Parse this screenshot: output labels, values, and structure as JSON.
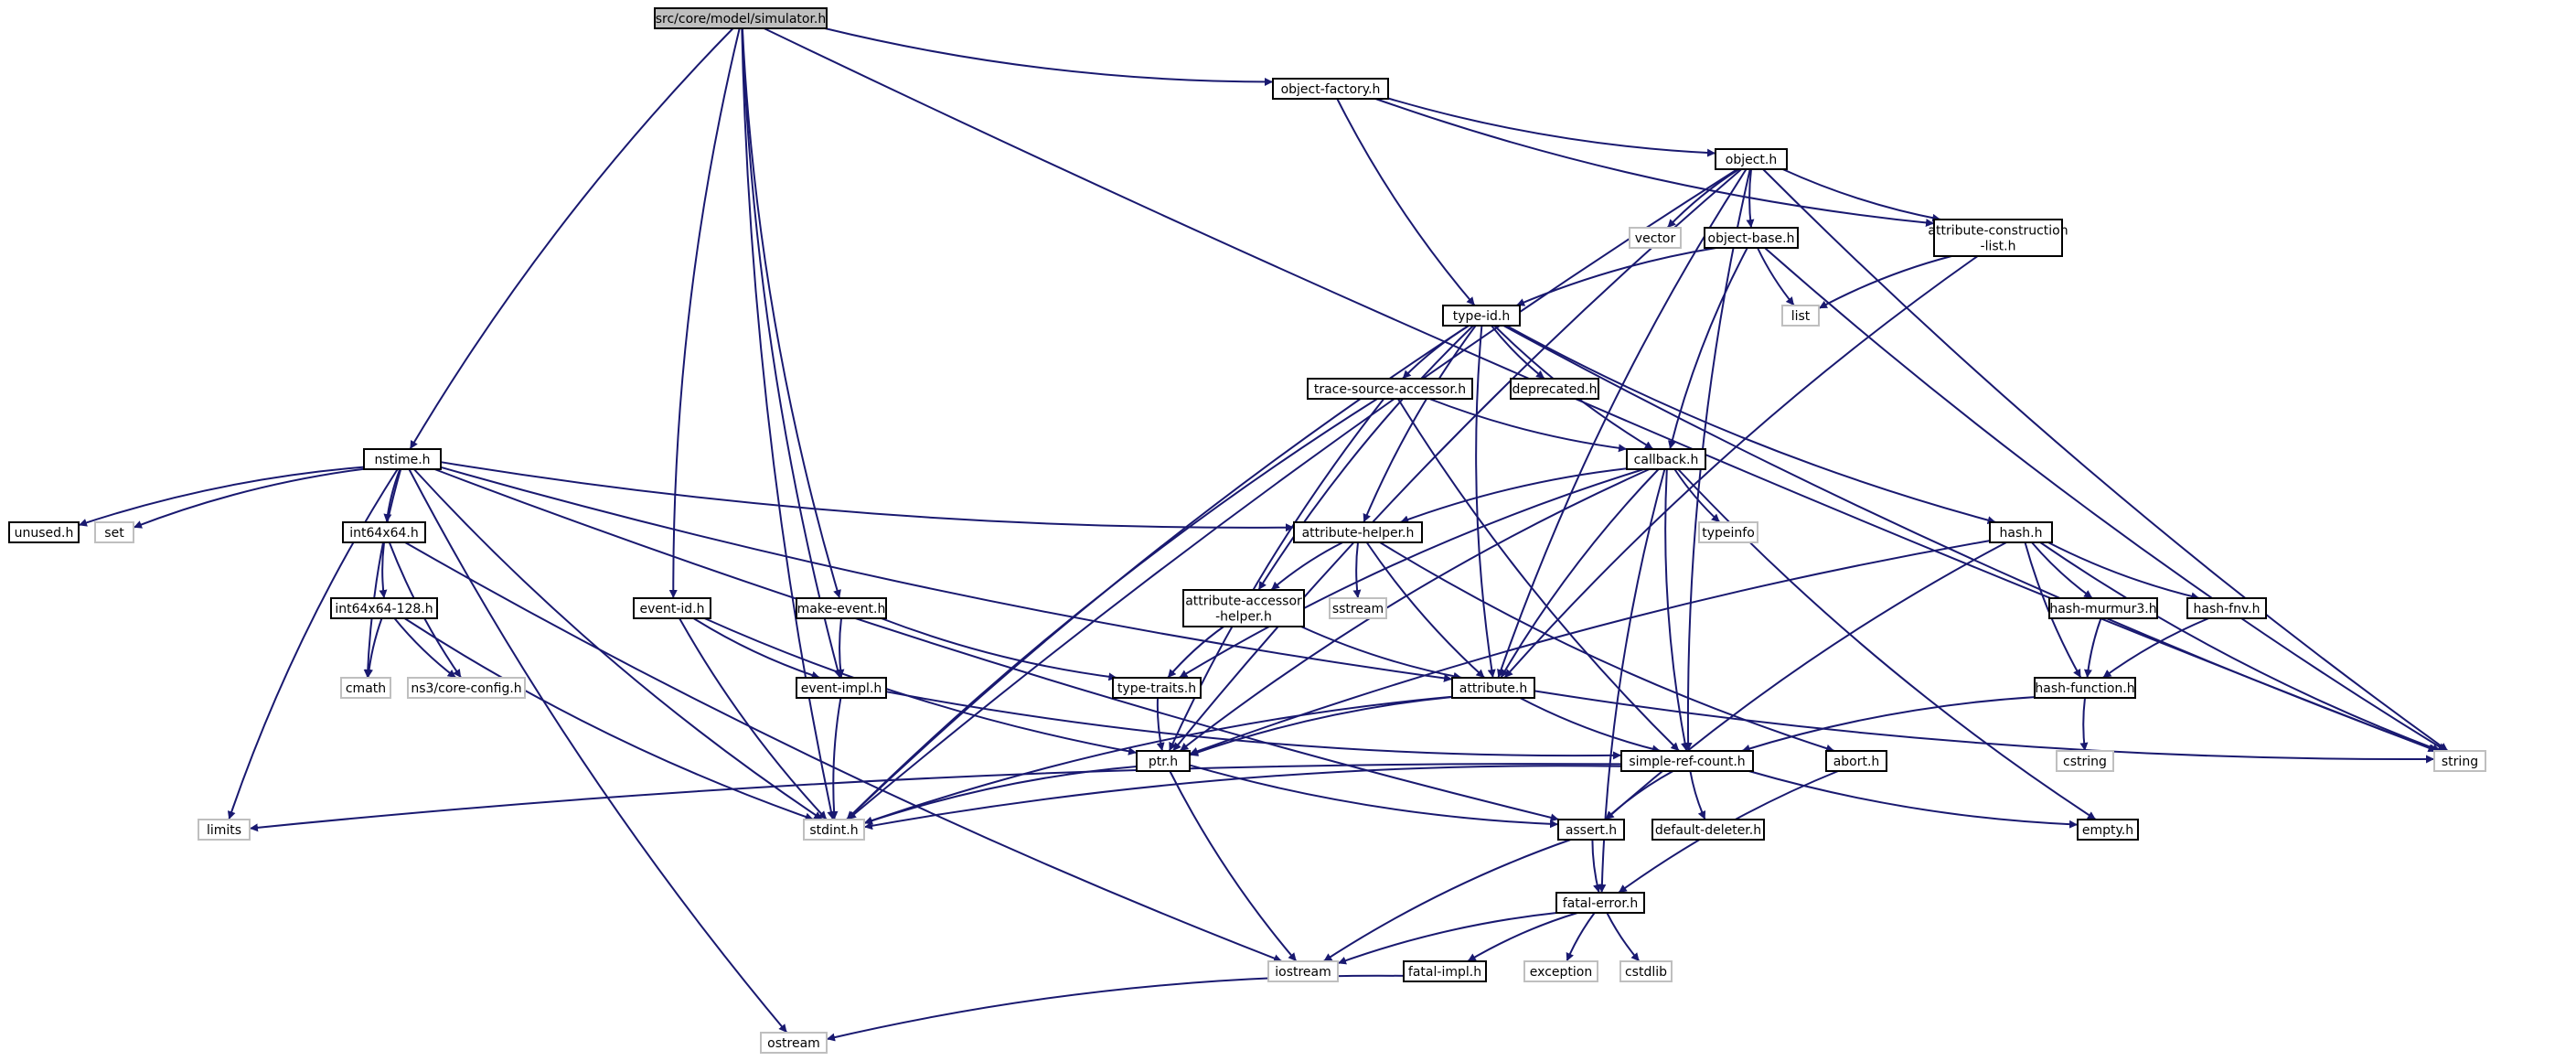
{
  "colors": {
    "edge": "#191970",
    "arrowhead": "#191970",
    "node_border": "#000000",
    "system_node_border": "#bfbfbf",
    "root_fill": "#bfbfbf",
    "node_fill": "#ffffff",
    "text": "#000000"
  },
  "nodes": [
    {
      "id": "simulator",
      "label": "src/core/model/simulator.h",
      "kind": "root"
    },
    {
      "id": "object-factory",
      "label": "object-factory.h",
      "kind": "local"
    },
    {
      "id": "object",
      "label": "object.h",
      "kind": "local"
    },
    {
      "id": "vector",
      "label": "vector",
      "kind": "system"
    },
    {
      "id": "object-base",
      "label": "object-base.h",
      "kind": "local"
    },
    {
      "id": "attribute-construction-list",
      "label": "attribute-construction\n-list.h",
      "kind": "local"
    },
    {
      "id": "list",
      "label": "list",
      "kind": "system"
    },
    {
      "id": "type-id",
      "label": "type-id.h",
      "kind": "local"
    },
    {
      "id": "trace-source-accessor",
      "label": "trace-source-accessor.h",
      "kind": "local"
    },
    {
      "id": "deprecated",
      "label": "deprecated.h",
      "kind": "local"
    },
    {
      "id": "callback",
      "label": "callback.h",
      "kind": "local"
    },
    {
      "id": "nstime",
      "label": "nstime.h",
      "kind": "local"
    },
    {
      "id": "unused",
      "label": "unused.h",
      "kind": "local"
    },
    {
      "id": "set",
      "label": "set",
      "kind": "system"
    },
    {
      "id": "int64x64",
      "label": "int64x64.h",
      "kind": "local"
    },
    {
      "id": "int64x64-128",
      "label": "int64x64-128.h",
      "kind": "local"
    },
    {
      "id": "cmath",
      "label": "cmath",
      "kind": "system"
    },
    {
      "id": "core-config",
      "label": "ns3/core-config.h",
      "kind": "system"
    },
    {
      "id": "attribute-helper",
      "label": "attribute-helper.h",
      "kind": "local"
    },
    {
      "id": "typeinfo",
      "label": "typeinfo",
      "kind": "system"
    },
    {
      "id": "hash",
      "label": "hash.h",
      "kind": "local"
    },
    {
      "id": "sstream",
      "label": "sstream",
      "kind": "system"
    },
    {
      "id": "attribute-accessor-helper",
      "label": "attribute-accessor\n-helper.h",
      "kind": "local"
    },
    {
      "id": "hash-murmur3",
      "label": "hash-murmur3.h",
      "kind": "local"
    },
    {
      "id": "hash-fnv",
      "label": "hash-fnv.h",
      "kind": "local"
    },
    {
      "id": "event-id",
      "label": "event-id.h",
      "kind": "local"
    },
    {
      "id": "make-event",
      "label": "make-event.h",
      "kind": "local"
    },
    {
      "id": "event-impl",
      "label": "event-impl.h",
      "kind": "local"
    },
    {
      "id": "type-traits",
      "label": "type-traits.h",
      "kind": "local"
    },
    {
      "id": "attribute",
      "label": "attribute.h",
      "kind": "local"
    },
    {
      "id": "hash-function",
      "label": "hash-function.h",
      "kind": "local"
    },
    {
      "id": "ptr",
      "label": "ptr.h",
      "kind": "local"
    },
    {
      "id": "simple-ref-count",
      "label": "simple-ref-count.h",
      "kind": "local"
    },
    {
      "id": "abort",
      "label": "abort.h",
      "kind": "local"
    },
    {
      "id": "cstring",
      "label": "cstring",
      "kind": "system"
    },
    {
      "id": "string",
      "label": "string",
      "kind": "system"
    },
    {
      "id": "limits",
      "label": "limits",
      "kind": "system"
    },
    {
      "id": "stdint",
      "label": "stdint.h",
      "kind": "system"
    },
    {
      "id": "assert",
      "label": "assert.h",
      "kind": "local"
    },
    {
      "id": "default-deleter",
      "label": "default-deleter.h",
      "kind": "local"
    },
    {
      "id": "empty",
      "label": "empty.h",
      "kind": "local"
    },
    {
      "id": "fatal-error",
      "label": "fatal-error.h",
      "kind": "local"
    },
    {
      "id": "iostream",
      "label": "iostream",
      "kind": "system"
    },
    {
      "id": "fatal-impl",
      "label": "fatal-impl.h",
      "kind": "local"
    },
    {
      "id": "exception",
      "label": "exception",
      "kind": "system"
    },
    {
      "id": "cstdlib",
      "label": "cstdlib",
      "kind": "system"
    },
    {
      "id": "ostream",
      "label": "ostream",
      "kind": "system"
    }
  ],
  "edges": [
    [
      "simulator",
      "object-factory"
    ],
    [
      "simulator",
      "string"
    ],
    [
      "simulator",
      "nstime"
    ],
    [
      "simulator",
      "stdint"
    ],
    [
      "simulator",
      "event-id"
    ],
    [
      "simulator",
      "event-impl"
    ],
    [
      "simulator",
      "make-event"
    ],
    [
      "object-factory",
      "object"
    ],
    [
      "object-factory",
      "attribute-construction-list"
    ],
    [
      "object-factory",
      "type-id"
    ],
    [
      "object",
      "vector"
    ],
    [
      "object",
      "object-base"
    ],
    [
      "object",
      "attribute-construction-list"
    ],
    [
      "object",
      "string"
    ],
    [
      "object",
      "stdint"
    ],
    [
      "object",
      "ptr"
    ],
    [
      "object",
      "attribute"
    ],
    [
      "object",
      "simple-ref-count"
    ],
    [
      "object-base",
      "type-id"
    ],
    [
      "object-base",
      "list"
    ],
    [
      "object-base",
      "callback"
    ],
    [
      "object-base",
      "string"
    ],
    [
      "attribute-construction-list",
      "list"
    ],
    [
      "attribute-construction-list",
      "attribute"
    ],
    [
      "type-id",
      "trace-source-accessor"
    ],
    [
      "type-id",
      "deprecated"
    ],
    [
      "type-id",
      "callback"
    ],
    [
      "type-id",
      "hash"
    ],
    [
      "type-id",
      "string"
    ],
    [
      "type-id",
      "attribute-helper"
    ],
    [
      "type-id",
      "attribute-accessor-helper"
    ],
    [
      "type-id",
      "attribute"
    ],
    [
      "type-id",
      "stdint"
    ],
    [
      "trace-source-accessor",
      "callback"
    ],
    [
      "trace-source-accessor",
      "stdint"
    ],
    [
      "trace-source-accessor",
      "ptr"
    ],
    [
      "trace-source-accessor",
      "simple-ref-count"
    ],
    [
      "callback",
      "attribute-helper"
    ],
    [
      "callback",
      "typeinfo"
    ],
    [
      "callback",
      "attribute"
    ],
    [
      "callback",
      "ptr"
    ],
    [
      "callback",
      "simple-ref-count"
    ],
    [
      "callback",
      "fatal-error"
    ],
    [
      "callback",
      "empty"
    ],
    [
      "callback",
      "type-traits"
    ],
    [
      "nstime",
      "unused"
    ],
    [
      "nstime",
      "set"
    ],
    [
      "nstime",
      "int64x64"
    ],
    [
      "nstime",
      "cmath"
    ],
    [
      "nstime",
      "limits"
    ],
    [
      "nstime",
      "ostream"
    ],
    [
      "nstime",
      "stdint"
    ],
    [
      "nstime",
      "attribute"
    ],
    [
      "nstime",
      "attribute-helper"
    ],
    [
      "nstime",
      "assert"
    ],
    [
      "int64x64",
      "int64x64-128"
    ],
    [
      "int64x64",
      "core-config"
    ],
    [
      "int64x64",
      "iostream"
    ],
    [
      "int64x64-128",
      "cmath"
    ],
    [
      "int64x64-128",
      "core-config"
    ],
    [
      "int64x64-128",
      "stdint"
    ],
    [
      "attribute-helper",
      "attribute-accessor-helper"
    ],
    [
      "attribute-helper",
      "sstream"
    ],
    [
      "attribute-helper",
      "attribute"
    ],
    [
      "attribute-helper",
      "abort"
    ],
    [
      "attribute-accessor-helper",
      "type-traits"
    ],
    [
      "attribute-accessor-helper",
      "attribute"
    ],
    [
      "hash",
      "hash-murmur3"
    ],
    [
      "hash",
      "hash-fnv"
    ],
    [
      "hash",
      "hash-function"
    ],
    [
      "hash",
      "string"
    ],
    [
      "hash",
      "assert"
    ],
    [
      "hash",
      "ptr"
    ],
    [
      "hash-murmur3",
      "hash-function"
    ],
    [
      "hash-fnv",
      "hash-function"
    ],
    [
      "hash-function",
      "cstring"
    ],
    [
      "hash-function",
      "simple-ref-count"
    ],
    [
      "event-id",
      "event-impl"
    ],
    [
      "event-id",
      "ptr"
    ],
    [
      "event-id",
      "stdint"
    ],
    [
      "make-event",
      "event-impl"
    ],
    [
      "make-event",
      "type-traits"
    ],
    [
      "event-impl",
      "stdint"
    ],
    [
      "event-impl",
      "simple-ref-count"
    ],
    [
      "type-traits",
      "ptr"
    ],
    [
      "attribute",
      "ptr"
    ],
    [
      "attribute",
      "simple-ref-count"
    ],
    [
      "attribute",
      "string"
    ],
    [
      "attribute",
      "stdint"
    ],
    [
      "ptr",
      "iostream"
    ],
    [
      "ptr",
      "stdint"
    ],
    [
      "ptr",
      "assert"
    ],
    [
      "simple-ref-count",
      "empty"
    ],
    [
      "simple-ref-count",
      "default-deleter"
    ],
    [
      "simple-ref-count",
      "assert"
    ],
    [
      "simple-ref-count",
      "stdint"
    ],
    [
      "simple-ref-count",
      "limits"
    ],
    [
      "abort",
      "fatal-error"
    ],
    [
      "assert",
      "fatal-error"
    ],
    [
      "assert",
      "iostream"
    ],
    [
      "fatal-error",
      "iostream"
    ],
    [
      "fatal-error",
      "fatal-impl"
    ],
    [
      "fatal-error",
      "exception"
    ],
    [
      "fatal-error",
      "cstdlib"
    ],
    [
      "fatal-impl",
      "ostream"
    ]
  ]
}
